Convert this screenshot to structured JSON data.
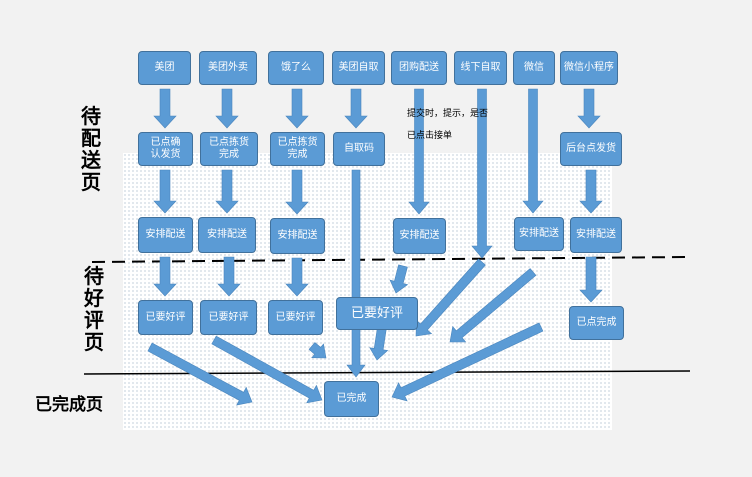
{
  "colors": {
    "box_fill": "#5b9bd5",
    "box_border": "#41719c",
    "arrow": "#5b9bd5",
    "background": "#f2f2f2"
  },
  "sections": {
    "pending_delivery": "待配送页",
    "pending_review": "待好评页",
    "completed": "已完成页"
  },
  "nodes": {
    "meituan": "美团",
    "meituan_waimai": "美团外卖",
    "eleme": "饿了么",
    "meituan_ziqu": "美团自取",
    "tuangou": "团购配送",
    "xianxia": "线下自取",
    "weixin": "微信",
    "xiaochengxu": "微信小程序",
    "confirm_ship": "已点确认发货",
    "pick_done_1": "已点拣货完成",
    "pick_done_2": "已点拣货完成",
    "ziqu_code": "自取码",
    "backend_ship": "后台点发货",
    "arrange_1": "安排配送",
    "arrange_2": "安排配送",
    "arrange_3": "安排配送",
    "arrange_4": "安排配送",
    "arrange_5": "安排配送",
    "arrange_6": "安排配送",
    "review_1": "已要好评",
    "review_2": "已要好评",
    "review_3": "已要好评",
    "review_big": "已要好评",
    "complete_click": "已点完成",
    "completed": "已完成"
  },
  "note": "提交时，提示，是否已点击接单"
}
